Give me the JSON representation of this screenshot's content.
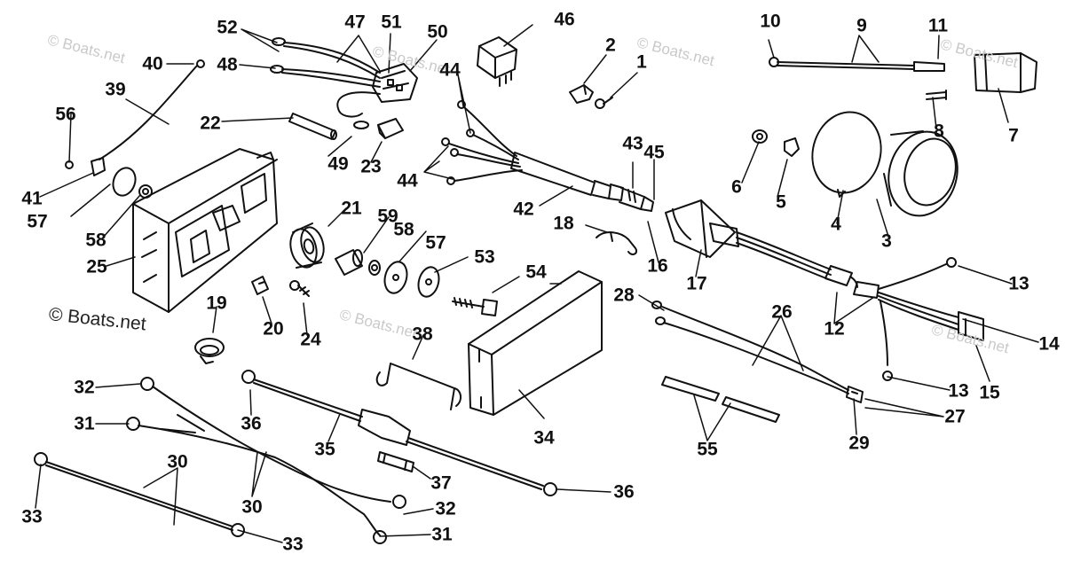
{
  "diagram": {
    "callouts": [
      "1",
      "2",
      "3",
      "4",
      "5",
      "6",
      "7",
      "8",
      "9",
      "10",
      "11",
      "12",
      "13",
      "13",
      "14",
      "15",
      "16",
      "17",
      "18",
      "19",
      "20",
      "21",
      "22",
      "23",
      "24",
      "25",
      "26",
      "27",
      "28",
      "29",
      "30",
      "30",
      "31",
      "31",
      "32",
      "32",
      "33",
      "33",
      "34",
      "35",
      "36",
      "36",
      "37",
      "38",
      "39",
      "40",
      "41",
      "42",
      "43",
      "44",
      "44",
      "45",
      "46",
      "47",
      "48",
      "49",
      "50",
      "51",
      "52",
      "53",
      "54",
      "55",
      "56",
      "57",
      "57",
      "58",
      "58",
      "59"
    ],
    "watermark_text": "© Boats.net",
    "credit_text": "© Boats.net"
  }
}
